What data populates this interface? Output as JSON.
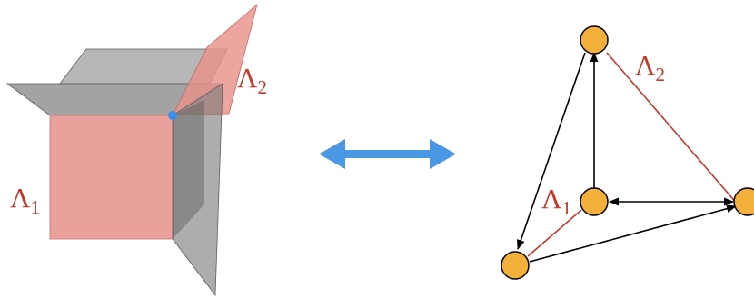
{
  "labels": {
    "lambda1_symbol": "Λ",
    "lambda1_subscript": "1",
    "lambda2_symbol": "Λ",
    "lambda2_subscript": "2"
  },
  "colors": {
    "lambda_red": "#c0392b",
    "face_pink": "#e8918a",
    "plane_gray": "#8a8a8a",
    "corner_dot_blue": "#3d8ee8",
    "double_arrow_blue": "#4a97e3",
    "node_orange": "#f3b13c",
    "edge_black": "#000000"
  },
  "icons": {
    "left_figure": "cube-with-intersecting-planes",
    "center": "double-headed-arrow",
    "right_figure": "directed-graph-four-nodes"
  },
  "graph": {
    "nodes": [
      {
        "id": "top"
      },
      {
        "id": "center"
      },
      {
        "id": "right"
      },
      {
        "id": "bottom-left"
      }
    ],
    "edges": [
      {
        "from": "center",
        "to": "top",
        "kind": "arrow"
      },
      {
        "from": "top",
        "to": "bottom-left",
        "kind": "arrow"
      },
      {
        "from": "center",
        "to": "right",
        "kind": "double-arrow"
      },
      {
        "from": "bottom-left",
        "to": "right",
        "kind": "arrow"
      },
      {
        "from": "top",
        "to": "right",
        "kind": "lambda2-line"
      },
      {
        "from": "center",
        "to": "bottom-left",
        "kind": "lambda1-line"
      }
    ]
  }
}
